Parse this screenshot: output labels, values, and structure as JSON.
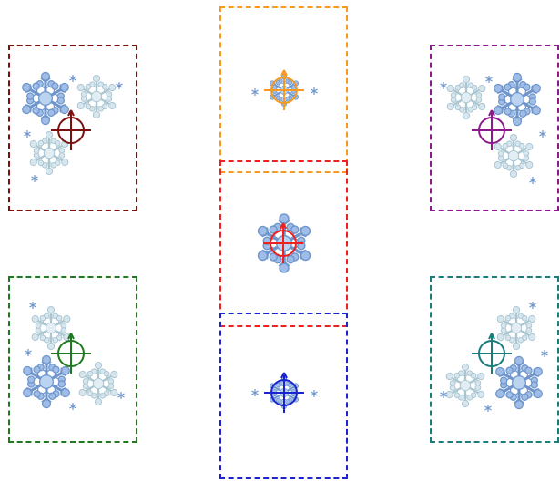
{
  "app": {
    "title": ""
  },
  "colors": {
    "dark_red": "#7a1010",
    "orange": "#f59a22",
    "purple": "#8b1a8b",
    "red": "#ee2020",
    "green": "#1f7a1f",
    "blue": "#1b24d1",
    "teal": "#1b7c7c",
    "snow_main": "#7ea6d8",
    "snow_light": "#c6dbe7"
  },
  "frames": [
    {
      "id": "top-left",
      "name": "frame-dark-red",
      "color_key": "dark_red",
      "icon": "snowflake-cluster-icon"
    },
    {
      "id": "top-center",
      "name": "frame-orange",
      "color_key": "orange",
      "icon": "snowflake-small-icon"
    },
    {
      "id": "top-right",
      "name": "frame-purple",
      "color_key": "purple",
      "icon": "snowflake-cluster-icon"
    },
    {
      "id": "middle-center",
      "name": "frame-red",
      "color_key": "red",
      "icon": "snowflake-large-icon"
    },
    {
      "id": "bottom-left",
      "name": "frame-green",
      "color_key": "green",
      "icon": "snowflake-cluster-icon"
    },
    {
      "id": "bottom-center",
      "name": "frame-blue",
      "color_key": "blue",
      "icon": "snowflake-small-icon"
    },
    {
      "id": "bottom-right",
      "name": "frame-teal",
      "color_key": "teal",
      "icon": "snowflake-cluster-icon"
    }
  ],
  "icons": {
    "snowflake": "snowflake-icon",
    "crosshair": "crosshair-target-icon"
  }
}
